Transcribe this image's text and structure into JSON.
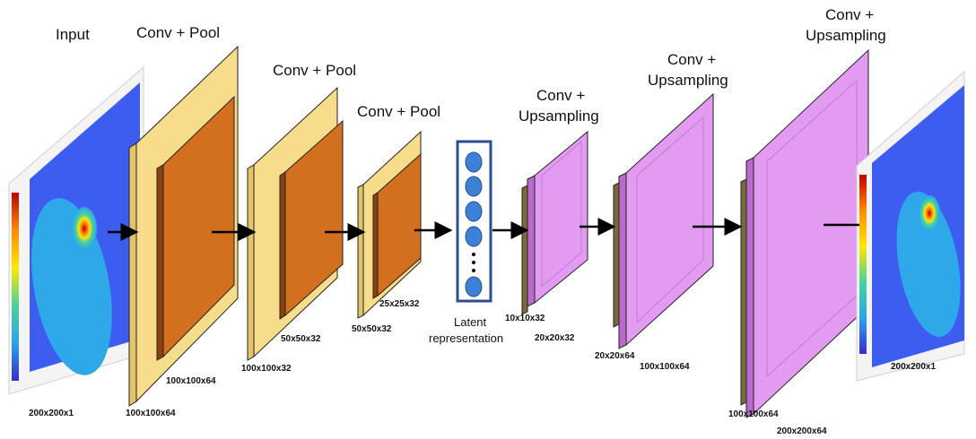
{
  "titles": {
    "input": "Input",
    "enc1": "Conv + Pool",
    "enc2": "Conv + Pool",
    "enc3": "Conv + Pool",
    "dec1": [
      "Conv +",
      "Upsampling"
    ],
    "dec2": [
      "Conv +",
      "Upsampling"
    ],
    "dec3": [
      "Conv +",
      "Upsampling"
    ]
  },
  "latent_label": [
    "Latent",
    "representation"
  ],
  "dims": {
    "input": "200x200x1",
    "enc1_outer": "100x100x64",
    "enc1_inner": "100x100x64",
    "enc2_outer": "100x100x32",
    "enc2_inner": "50x50x32",
    "enc3_outer": "50x50x32",
    "enc3_inner": "25x25x32",
    "dec1_outer": "10x10x32",
    "dec1_inner": "20x20x32",
    "dec2_outer": "20x20x64",
    "dec2_inner": "100x100x64",
    "dec3_outer": "100x100x64",
    "dec3_inner": "200x200x64",
    "output": "200x200x1"
  },
  "colors": {
    "encoder_outer": "#F7DC8C",
    "encoder_inner": "#D2701F",
    "decoder": "#E39BF2",
    "latent_node": "#3D80D8",
    "latent_box": "#2C4E8E",
    "heatmap_bg": "#3C5DF0"
  }
}
